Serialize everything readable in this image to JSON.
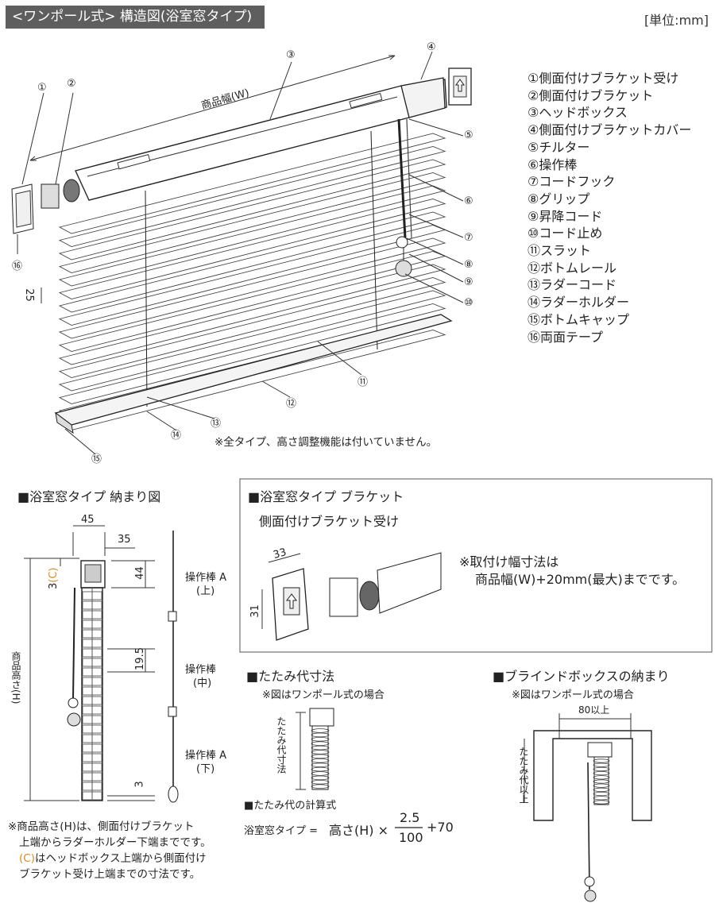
{
  "header": {
    "title": "<ワンポール式> 構造図(浴室窓タイプ)",
    "unit": "[単位:mm]"
  },
  "main_diagram": {
    "width_label": "商品幅(W)",
    "slat_height": "25",
    "callouts": [
      "①",
      "②",
      "③",
      "④",
      "⑤",
      "⑥",
      "⑦",
      "⑧",
      "⑨",
      "⑩",
      "⑪",
      "⑫",
      "⑬",
      "⑭",
      "⑮",
      "⑯"
    ],
    "note": "※全タイプ、高さ調整機能は付いていません。"
  },
  "legend": [
    "①側面付けブラケット受け",
    "②側面付けブラケット",
    "③ヘッドボックス",
    "④側面付けブラケットカバー",
    "⑤チルター",
    "⑥操作棒",
    "⑦コードフック",
    "⑧グリップ",
    "⑨昇降コード",
    "⑩コード止め",
    "⑪スラット",
    "⑫ボトムレール",
    "⑬ラダーコード",
    "⑭ラダーホルダー",
    "⑮ボトムキャップ",
    "⑯両面テープ"
  ],
  "fit_section": {
    "title": "■浴室窓タイプ 納まり図",
    "dims": {
      "w45": "45",
      "w35": "35",
      "h44": "44",
      "h195": "19.5",
      "h3": "3",
      "c3": "3",
      "c_label": "(C)",
      "height_label": "商品高さ(H)"
    },
    "rods": {
      "a_top_name": "操作棒 A",
      "a_top_pos": "(上)",
      "mid_name": "操作棒",
      "mid_pos": "(中)",
      "a_bottom_name": "操作棒 A",
      "a_bottom_pos": "(下)"
    },
    "notes": [
      "※商品高さ(H)は、側面付けブラケット",
      "上端からラダーホルダー下端までです。",
      "(C)",
      "はヘッドボックス上端から側面付け",
      "ブラケット受け上端までの寸法です。"
    ]
  },
  "bracket_section": {
    "title": "■浴室窓タイプ ブラケット",
    "subtitle": "側面付けブラケット受け",
    "dim_w": "33",
    "dim_h": "31",
    "note_line1": "※取付け幅寸法は",
    "note_line2": "商品幅(W)+20mm(最大)までです。"
  },
  "stack_section": {
    "title": "■たたみ代寸法",
    "sub": "※図はワンポール式の場合",
    "dim_label": "たたみ代寸法",
    "formula_title": "■たたみ代の計算式",
    "formula_prefix": "浴室窓タイプ =",
    "formula_term": "高さ(H) ×",
    "numerator": "2.5",
    "denominator": "100",
    "plus": "+70"
  },
  "box_section": {
    "title": "■ブラインドボックスの納まり",
    "sub": "※図はワンポール式の場合",
    "width_label": "80以上",
    "height_label": "たたみ代以上"
  }
}
